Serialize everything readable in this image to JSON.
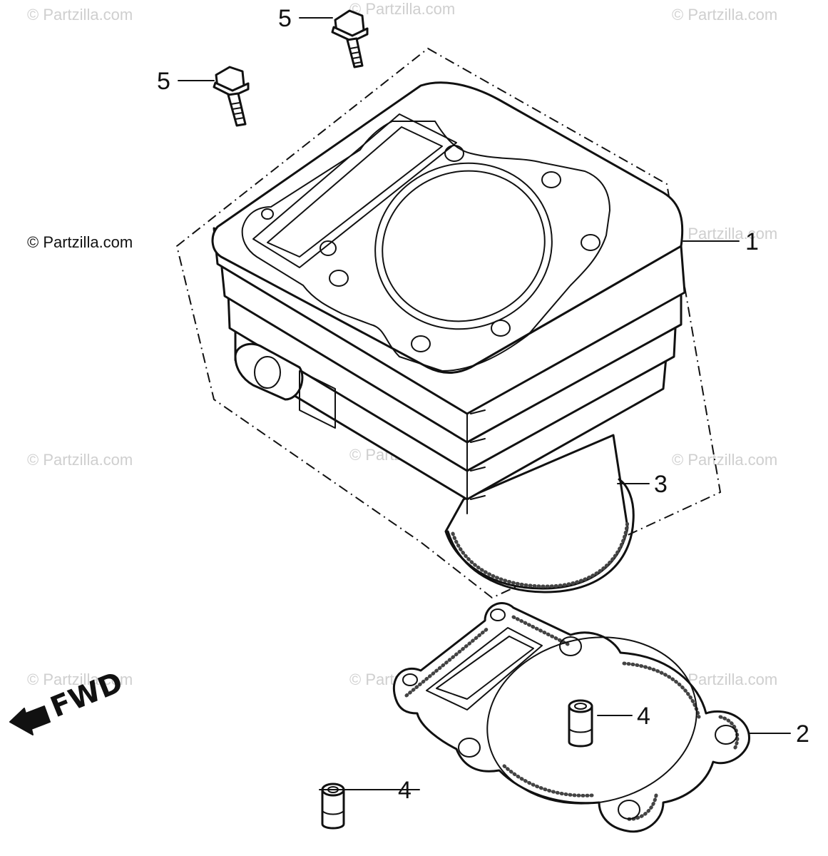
{
  "watermark": {
    "text": "© Partzilla.com"
  },
  "callouts": {
    "cylinder": "1",
    "cylinder_gasket": "2",
    "o_ring": "3",
    "dowel_pin_right": "4",
    "dowel_pin_left": "4",
    "bolt_top": "5",
    "bolt_left": "5"
  },
  "direction": {
    "label": "FWD",
    "icon": "arrow-left-icon"
  }
}
